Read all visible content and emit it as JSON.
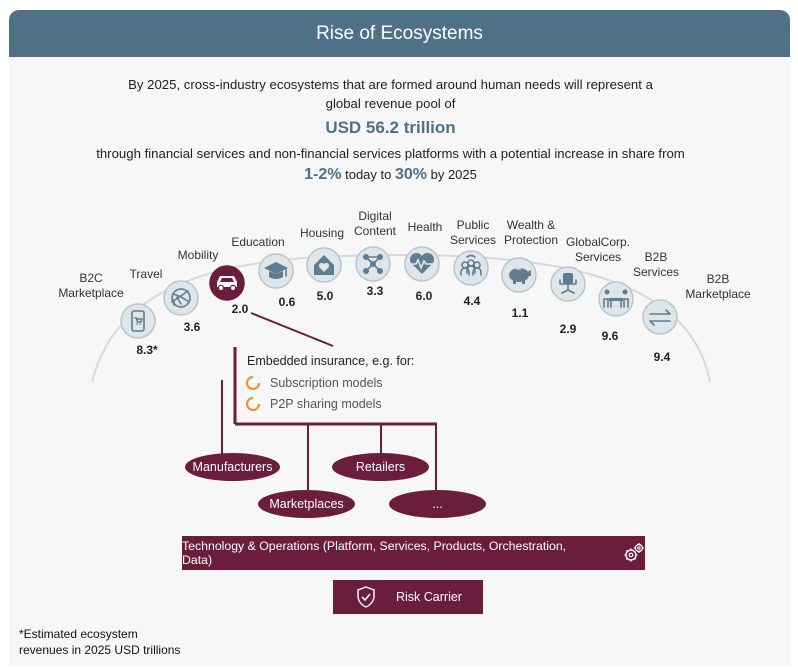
{
  "title": "Rise of Ecosystems",
  "intro": {
    "line1": "By 2025, cross-industry ecosystems that are formed around human needs will represent a",
    "line2": "global revenue pool of",
    "highlight_pool": "USD 56.2 trillion",
    "line4": "through financial services and non-financial services platforms with a potential increase in share from",
    "share_from": "1-2%",
    "share_mid": " today to ",
    "share_to": "30%",
    "share_end": " by 2025"
  },
  "chart_data": {
    "type": "diagram",
    "unit": "2025 USD trillions",
    "ecosystems": [
      {
        "label": "B2C\nMarketplace",
        "value": "8.3*",
        "icon": "phone-cart-icon"
      },
      {
        "label": "Travel",
        "value": "3.6",
        "icon": "airplane-icon"
      },
      {
        "label": "Mobility",
        "value": "2.0",
        "icon": "car-icon",
        "highlight": true
      },
      {
        "label": "Education",
        "value": "0.6",
        "icon": "graduation-cap-icon"
      },
      {
        "label": "Housing",
        "value": "5.0",
        "icon": "house-heart-icon"
      },
      {
        "label": "Digital\nContent",
        "value": "3.3",
        "icon": "network-icon"
      },
      {
        "label": "Health",
        "value": "6.0",
        "icon": "heartbeat-icon"
      },
      {
        "label": "Public\nServices",
        "value": "4.4",
        "icon": "people-icon"
      },
      {
        "label": "Wealth &\nProtection",
        "value": "1.1",
        "icon": "piggy-bank-icon"
      },
      {
        "label": "GlobalCorp.\nServices",
        "value": "2.9",
        "icon": "office-chair-icon"
      },
      {
        "label": "B2B\nServices",
        "value": "9.6",
        "icon": "meeting-icon"
      },
      {
        "label": "B2B\nMarketplace",
        "value": "9.4",
        "icon": "exchange-arrows-icon"
      }
    ]
  },
  "insurance": {
    "heading": "Embedded insurance, e.g. for:",
    "items": [
      "Subscription models",
      "P2P sharing models"
    ]
  },
  "channels": [
    "Manufacturers",
    "Retailers",
    "Marketplaces",
    "..."
  ],
  "tech_label": "Technology & Operations (Platform, Services, Products, Orchestration, Data)",
  "risk_label": "Risk Carrier",
  "footnote": [
    "*Estimated ecosystem",
    "revenues in 2025 USD trillions"
  ],
  "colors": {
    "header": "#4f7187",
    "accent": "#6b1d3c",
    "circle": "#dfe6ea",
    "circle_border": "#b8c4cc",
    "bullet": "#e8943a"
  }
}
